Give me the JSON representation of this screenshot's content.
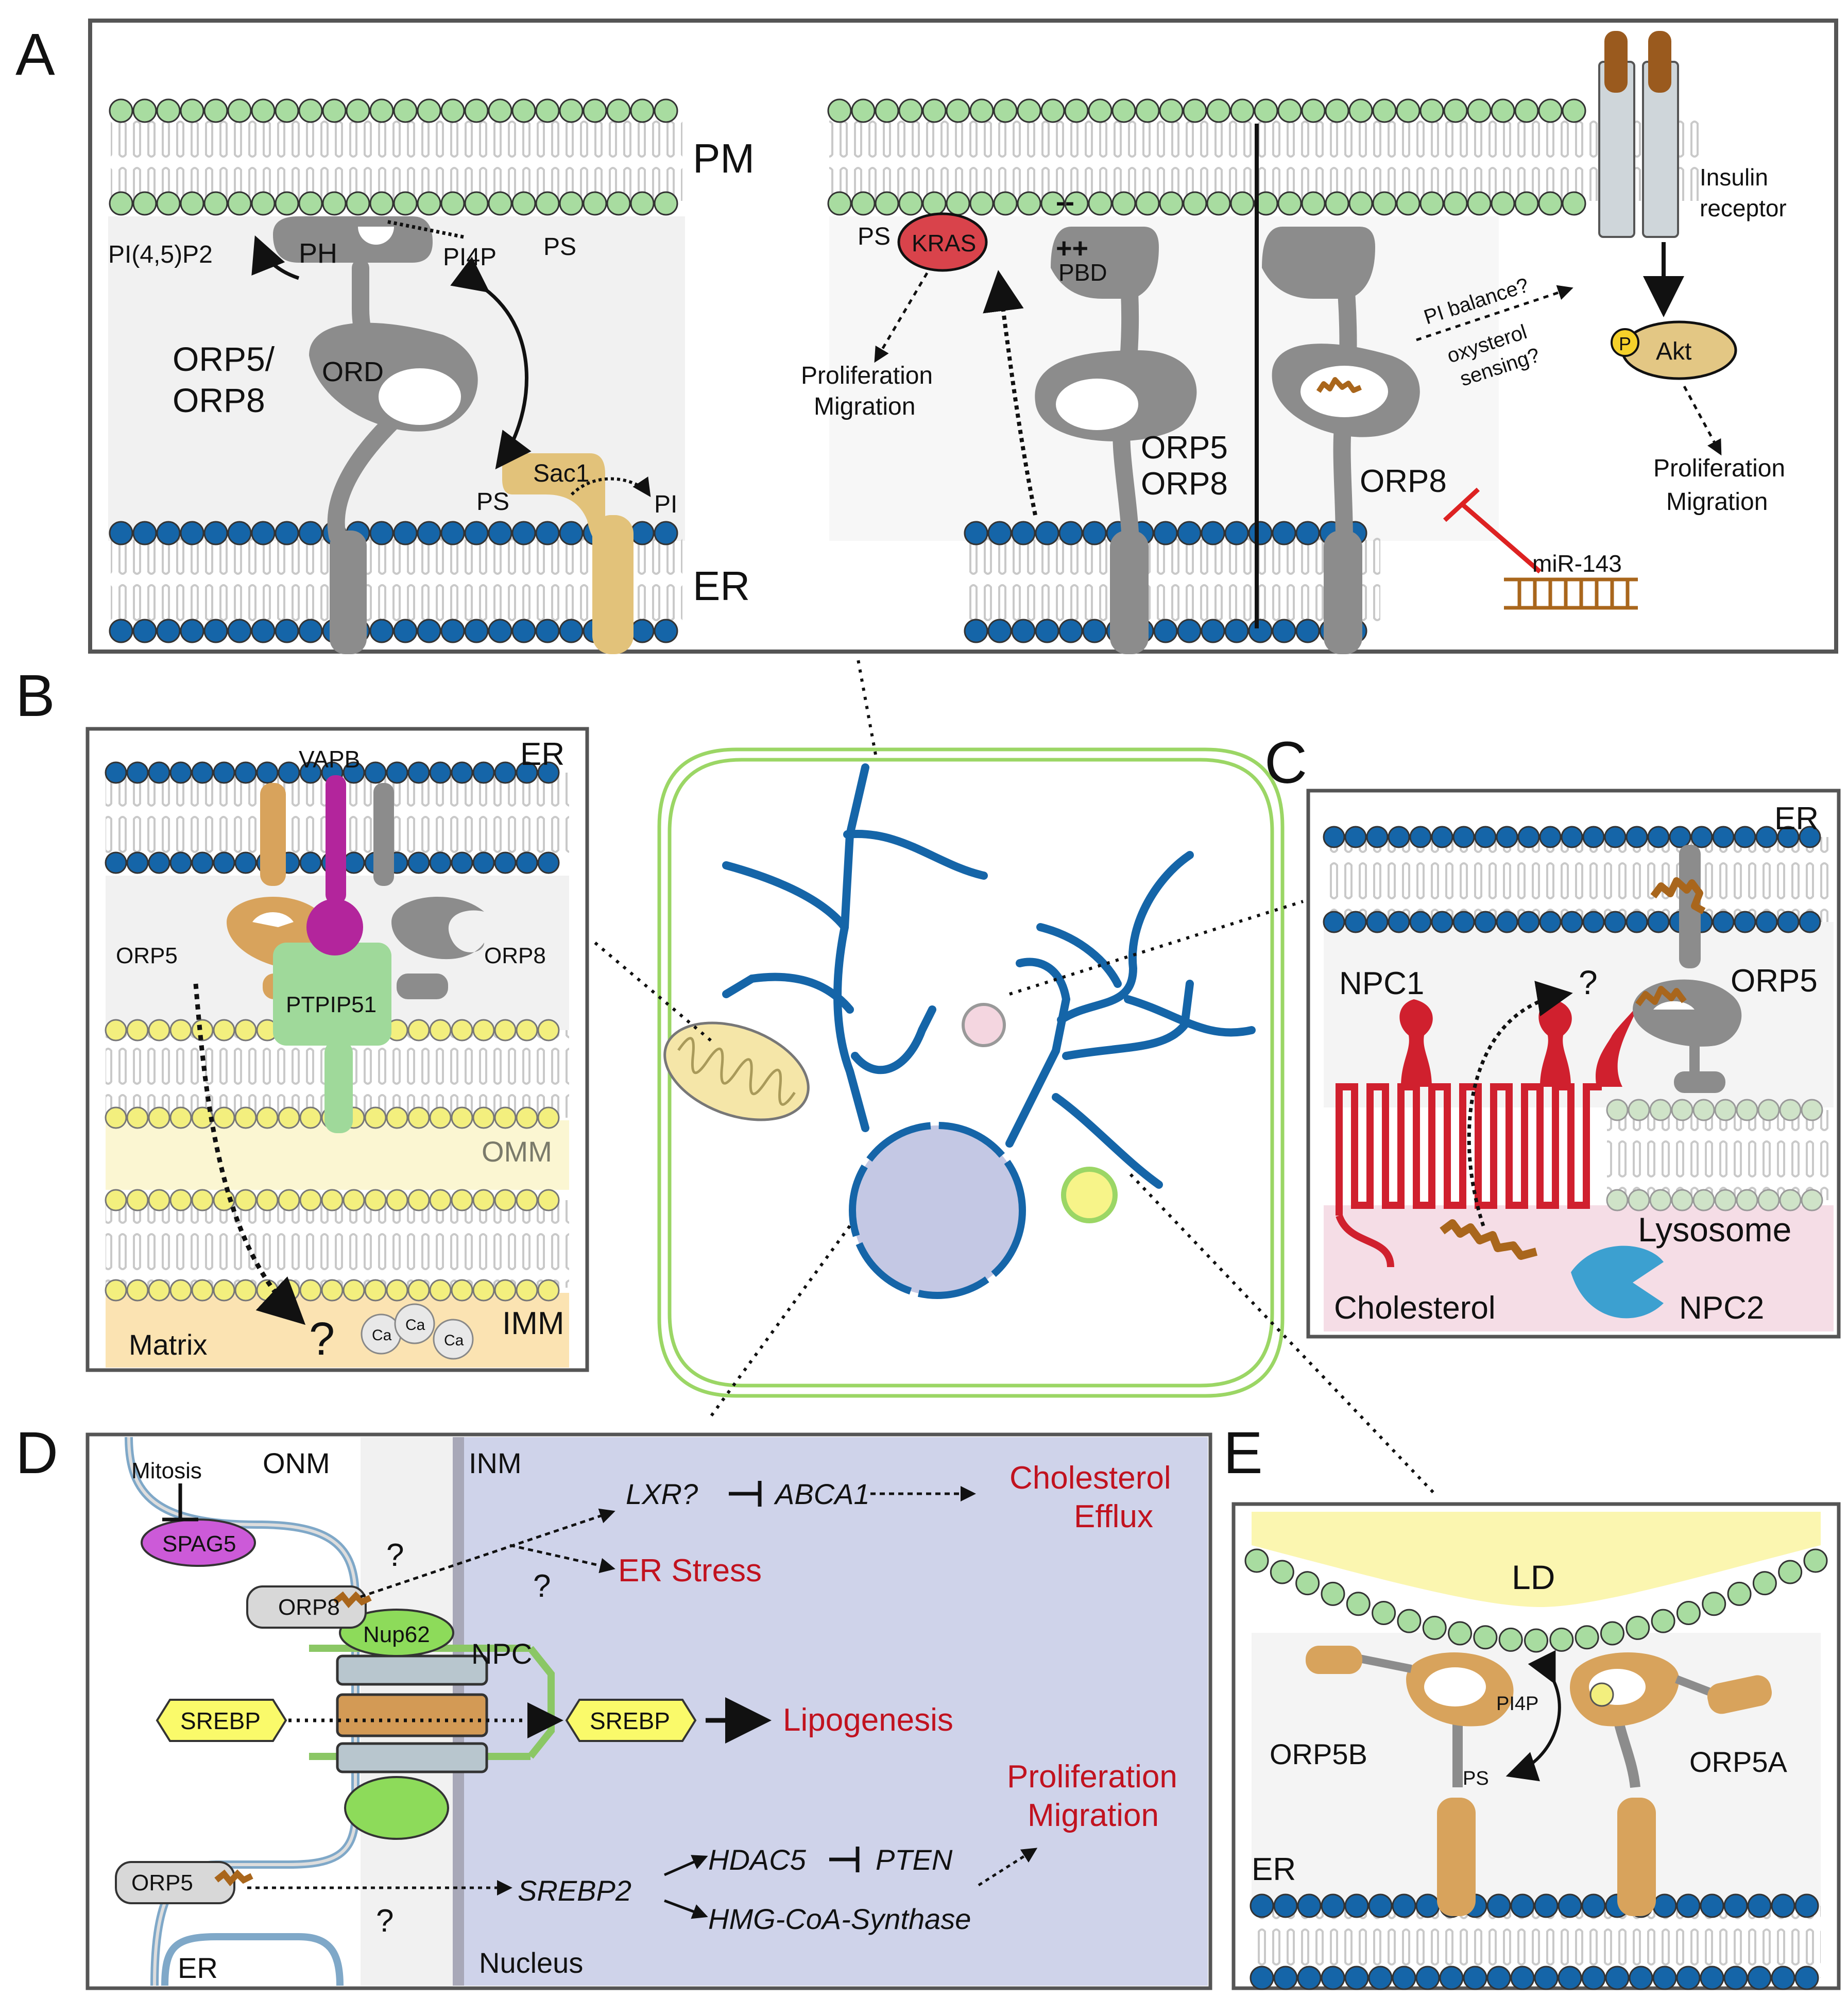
{
  "panels": {
    "A": {
      "letter": "A",
      "pm": "PM",
      "er": "ER",
      "pip2": "PI(4,5)P2",
      "ph": "PH",
      "pi4p": "PI4P",
      "ps_top": "PS",
      "orp58": [
        "ORP5/",
        "ORP8"
      ],
      "ord": "ORD",
      "sac1": "Sac1",
      "ps_er": "PS",
      "pi": "PI",
      "ps_kras": "PS",
      "kras": "KRAS",
      "pbd": "PBD",
      "plusplus": "++",
      "minusminus": "--",
      "prolif_left": [
        "Proliferation",
        "Migration"
      ],
      "orp5_orp8": [
        "ORP5",
        "ORP8"
      ],
      "orp8": "ORP8",
      "pi_balance": "PI balance?",
      "oxysterol": [
        "oxysterol",
        "sensing?"
      ],
      "insulin": [
        "Insulin",
        "receptor"
      ],
      "akt": "Akt",
      "p": "P",
      "prolif_right": [
        "Proliferation",
        "Migration"
      ],
      "mir": "miR-143"
    },
    "B": {
      "letter": "B",
      "er": "ER",
      "vapb": "VAPB",
      "orp5": "ORP5",
      "orp8": "ORP8",
      "ptpip51": "PTPIP51",
      "omm": "OMM",
      "imm": "IMM",
      "matrix": "Matrix",
      "q": "?",
      "ca": "Ca"
    },
    "C": {
      "letter": "C",
      "er": "ER",
      "npc1": "NPC1",
      "orp5": "ORP5",
      "q": "?",
      "lysosome": "Lysosome",
      "cholesterol": "Cholesterol",
      "npc2": "NPC2"
    },
    "D": {
      "letter": "D",
      "mitosis": "Mitosis",
      "onm": "ONM",
      "inm": "INM",
      "spag5": "SPAG5",
      "orp8": "ORP8",
      "nup62": "Nup62",
      "npc": "NPC",
      "srebp": "SREBP",
      "orp5": "ORP5",
      "er": "ER",
      "nucleus": "Nucleus",
      "lxr": "LXR?",
      "abca1": "ABCA1",
      "efflux": [
        "Cholesterol",
        "Efflux"
      ],
      "er_stress": "ER Stress",
      "lipogenesis": "Lipogenesis",
      "prolif": [
        "Proliferation",
        "Migration"
      ],
      "srebp2": "SREBP2",
      "hdac5": "HDAC5",
      "pten": "PTEN",
      "hmg": "HMG-CoA-Synthase",
      "q": "?"
    },
    "E": {
      "letter": "E",
      "ld": "LD",
      "pi4p": "PI4P",
      "ps": "PS",
      "orp5b": "ORP5B",
      "orp5a": "ORP5A",
      "er": "ER"
    }
  },
  "colors": {
    "pm_head": "#a8dca0",
    "er_head": "#1565a8",
    "omm_head": "#f3ef7e",
    "lyso_head": "#cfe3c8",
    "protein_gray": "#8c8c8c",
    "orp5_tan": "#d8a35c",
    "npc1_red": "#d0202e",
    "vapb_magenta": "#b3259c",
    "ptpip51_green": "#9fd99a",
    "nucleus_bg": "#cfd3ea",
    "label_red": "#c1121f"
  }
}
